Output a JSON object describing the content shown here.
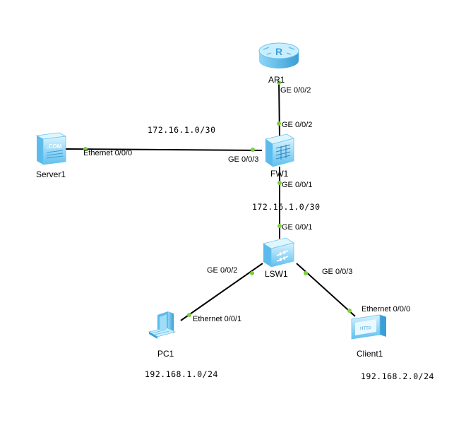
{
  "devices": {
    "ar1": {
      "name": "AR1",
      "icon": "router-icon"
    },
    "fw1": {
      "name": "FW1",
      "icon": "firewall-icon"
    },
    "server1": {
      "name": "Server1",
      "icon": "dns-server-icon",
      "badge": ".COM"
    },
    "lsw1": {
      "name": "LSW1",
      "icon": "switch-icon"
    },
    "pc1": {
      "name": "PC1",
      "icon": "pc-icon"
    },
    "client1": {
      "name": "Client1",
      "icon": "http-client-icon",
      "badge": "HTTP"
    }
  },
  "ports": {
    "ar1_ge002": "GE 0/0/2",
    "fw1_ge002": "GE 0/0/2",
    "fw1_ge003": "GE 0/0/3",
    "server1_eth": "Ethernet 0/0/0",
    "fw1_ge001": "GE 0/0/1",
    "lsw1_ge001": "GE 0/0/1",
    "lsw1_ge002": "GE 0/0/2",
    "lsw1_ge003": "GE 0/0/3",
    "pc1_eth": "Ethernet 0/0/1",
    "client1_eth": "Ethernet 0/0/0"
  },
  "networks": {
    "server_fw": "172.16.1.0/30",
    "fw_lsw": "172.16.1.0/30",
    "pc_net": "192.168.1.0/24",
    "client_net": "192.168.2.0/24"
  },
  "colors": {
    "link": "#000000",
    "port_dot": "#7bd13a",
    "icon_light": "#cdeeff",
    "icon_mid": "#7fcdf2",
    "icon_dark": "#3a9fd6"
  }
}
